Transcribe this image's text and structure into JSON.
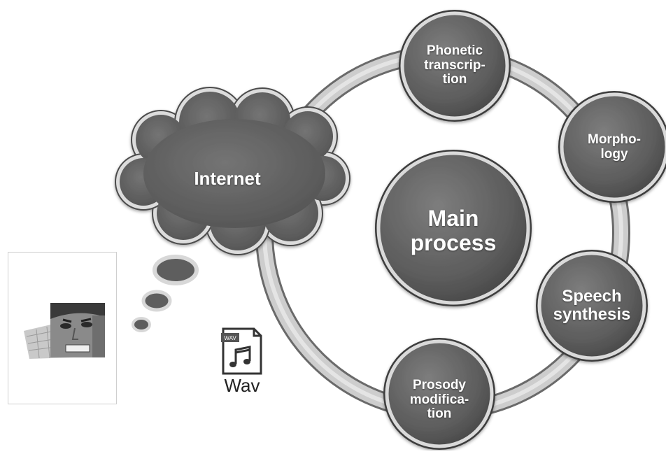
{
  "diagram": {
    "cloud": {
      "label": "Internet"
    },
    "center": {
      "label": "Main process"
    },
    "nodes": [
      {
        "id": "phonetic",
        "label": "Phonetic\ntranscrip-\ntion"
      },
      {
        "id": "morphology",
        "label": "Morpho-\nlogy"
      },
      {
        "id": "speech",
        "label": "Speech\nsynthesis"
      },
      {
        "id": "prosody",
        "label": "Prosody\nmodifica-\ntion"
      }
    ],
    "wav": {
      "label": "Wav",
      "badge": "WAV",
      "icon": "music-note-icon"
    },
    "photo": {
      "icon": "person-at-keyboard-photo"
    },
    "colors": {
      "node_fill": "#5f5f5f",
      "ring": "#bdbdbd",
      "cloud_fill": "#5e5e5e"
    }
  }
}
